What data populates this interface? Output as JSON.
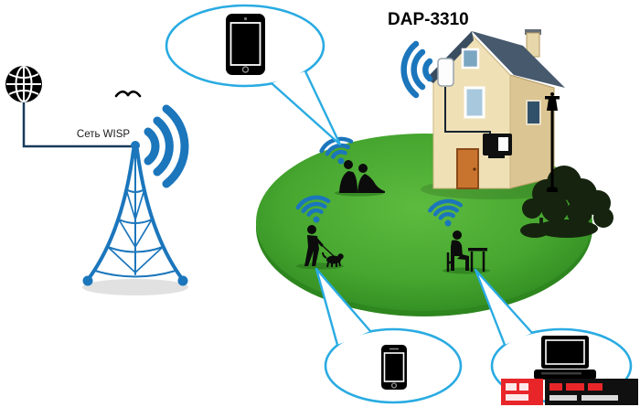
{
  "labels": {
    "wisp_network": "Сеть WISP",
    "access_point": "DAP-3310"
  },
  "colors": {
    "blue": "#1b76bc",
    "bubble-outline": "#29abe2",
    "lawn": "#4fae35",
    "lawn-dark": "#2d861e",
    "roof": "#47596d",
    "roof-edge": "#3a4c60",
    "wall": "#efe0b6",
    "wall-side": "#dbc592",
    "door": "#c9742e",
    "logo-red": "#e8262a",
    "silhouette": "#0c0c0c"
  },
  "icons": {
    "internet": "globe-icon",
    "uplink_tower": "radio-tower",
    "bird": "bird-icon",
    "wifi": "wifi-signal-icon",
    "tablet": "tablet-icon",
    "phone": "smartphone-icon",
    "laptop": "laptop-icon",
    "house": "house",
    "access_point_unit": "outdoor-ap-device",
    "wired_client": "wired-client-device",
    "lamp": "street-lamp",
    "vegetation": "trees",
    "logo": "watermark-logo"
  }
}
